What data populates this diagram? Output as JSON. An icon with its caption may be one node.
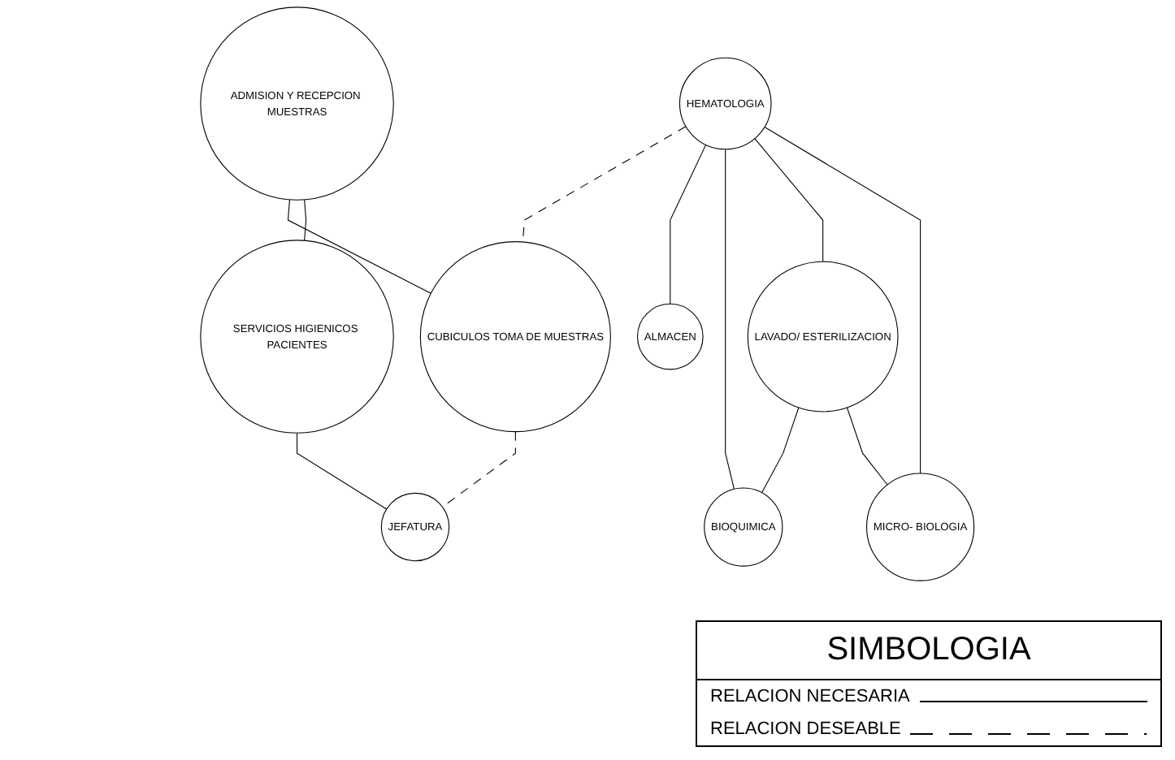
{
  "diagram": {
    "nodes": [
      {
        "text": [
          "ADMISION Y RECEPCION MUESTRAS"
        ]
      },
      {
        "text": [
          "HEMATOLOGIA"
        ]
      },
      {
        "text": [
          "CUBICULOS TOMA DE MUESTRAS"
        ]
      },
      {
        "text": [
          "SERVICIOS HIGIENICOS PACIENTES"
        ]
      },
      {
        "text": [
          "ALMACEN"
        ]
      },
      {
        "text": [
          "LAVADO/ ESTERILIZACION"
        ]
      },
      {
        "text": [
          "JEFATURA"
        ]
      },
      {
        "text": [
          "BIOQUIMICA"
        ]
      },
      {
        "text": [
          "MICRO- BIOLOGIA"
        ]
      }
    ],
    "edges": [
      {
        "from": 0,
        "to": 2,
        "arrow": "none"
      },
      {
        "from": 0,
        "to": 3,
        "arrow": "none"
      },
      {
        "from": 1,
        "to": 2,
        "arrow": "none",
        "style": "dashed"
      },
      {
        "from": 2,
        "to": 6,
        "arrow": "none",
        "style": "dashed"
      },
      {
        "from": 3,
        "to": 6,
        "arrow": "none"
      },
      {
        "from": 1,
        "to": 4,
        "arrow": "none"
      },
      {
        "from": 1,
        "to": 7,
        "arrow": "none"
      },
      {
        "from": 1,
        "to": 5,
        "arrow": "none"
      },
      {
        "from": 1,
        "to": 8,
        "arrow": "none"
      },
      {
        "from": 5,
        "to": 7,
        "arrow": "none"
      },
      {
        "from": 5,
        "to": 8,
        "arrow": "none"
      }
    ],
    "labels": [
      "SIMBOLOGIA"
    ],
    "legend": [
      {
        "text": "RELACION NECESARIA"
      },
      {
        "text": "RELACION DESEABLE"
      }
    ]
  }
}
